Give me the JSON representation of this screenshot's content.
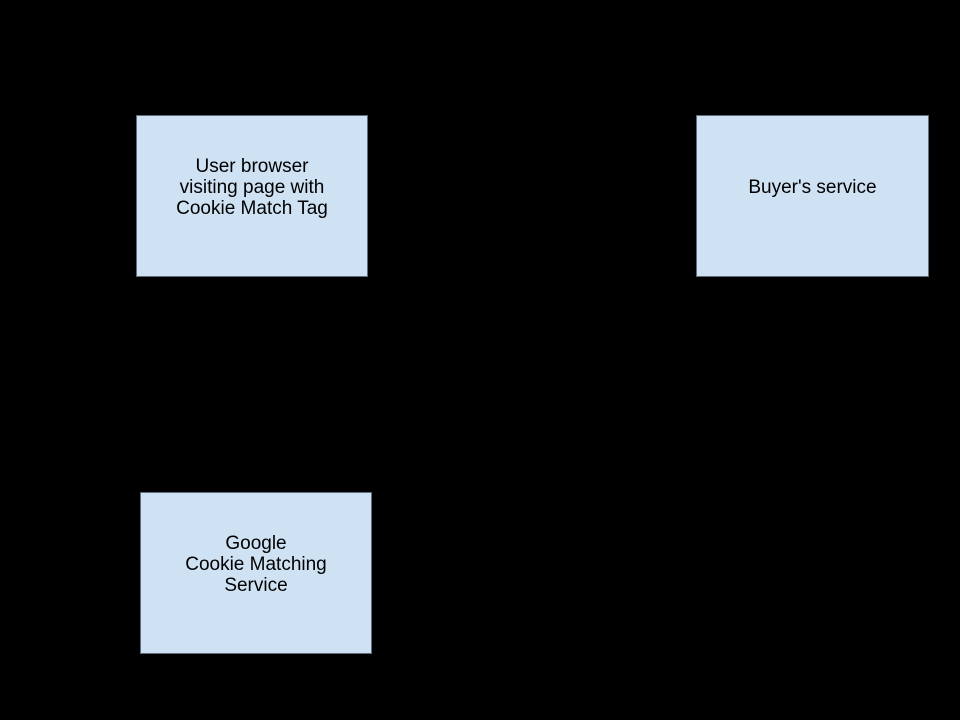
{
  "diagram": {
    "background_color": "#000000",
    "node_fill_color": "#cfe2f3",
    "node_border_color": "#5f6e7c",
    "node_text_color": "#000000",
    "nodes": [
      {
        "id": "user-browser",
        "label": "User browser\nvisiting page with\nCookie Match Tag"
      },
      {
        "id": "buyers-service",
        "label": "Buyer's service"
      },
      {
        "id": "google-cookie-matching-service",
        "label": "Google\nCookie Matching\nService"
      }
    ]
  }
}
